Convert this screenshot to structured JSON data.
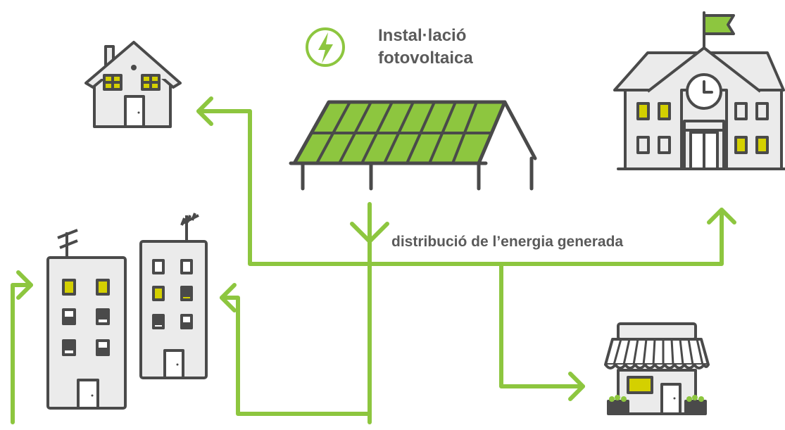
{
  "header": {
    "title_line_1": "Instal·lació",
    "title_line_2": "fotovoltaica"
  },
  "flow": {
    "label": "distribució de l’energia generada"
  },
  "icons": [
    "lightning-bolt-icon",
    "house-icon",
    "school-icon",
    "solar-panel-icon",
    "apartment-building-icon",
    "shop-icon",
    "arrow-icon"
  ],
  "colors": {
    "accent_green": "#8dc63f",
    "outline_gray": "#4a4a4a",
    "fill_gray": "#ebebeb",
    "window_yellow": "#d4d000",
    "text_gray": "#5a5a5a"
  }
}
